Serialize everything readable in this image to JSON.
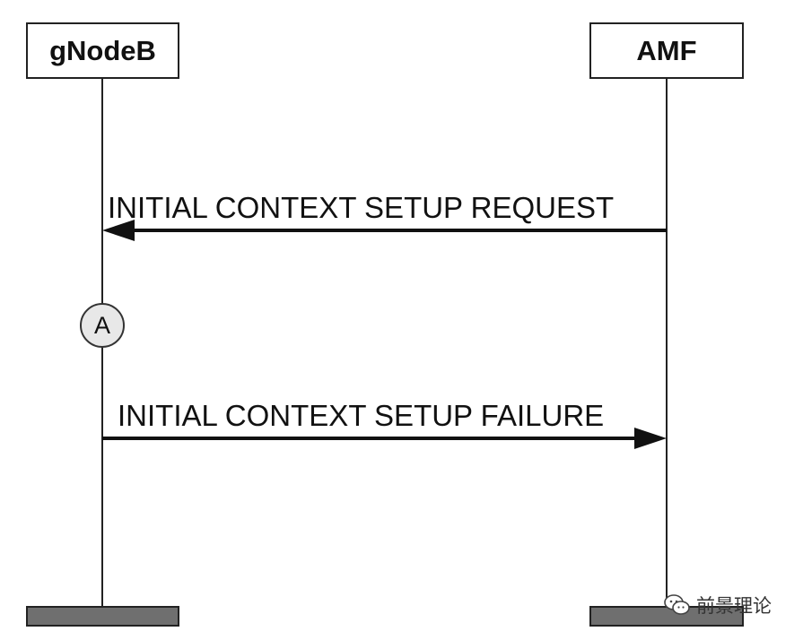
{
  "participants": {
    "left": "gNodeB",
    "right": "AMF"
  },
  "messages": {
    "request": "INITIAL CONTEXT SETUP REQUEST",
    "failure": "INITIAL CONTEXT SETUP FAILURE"
  },
  "marker": {
    "label": "A"
  },
  "watermark": {
    "text": "前景理论",
    "icon": "wechat-icon"
  }
}
